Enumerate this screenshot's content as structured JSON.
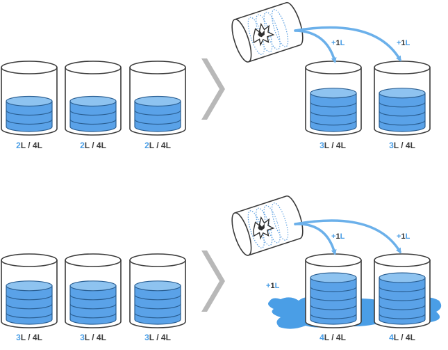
{
  "colors": {
    "water": "#5aa2e8",
    "water_light": "#8ec3f0",
    "outline": "#3a3a3a",
    "accent_text": "#4a9ee6",
    "arrow": "#6bb0ea",
    "chevron": "#b8b8b8",
    "spill": "#4a9ee6"
  },
  "icons": [
    "container-icon",
    "water-icon",
    "pouring-container-icon",
    "pour-arrow-icon",
    "chevron-right-icon",
    "spill-icon"
  ],
  "rows": [
    {
      "before": [
        {
          "fill": "2",
          "capacity": "L / 4L"
        },
        {
          "fill": "2",
          "capacity": "L / 4L"
        },
        {
          "fill": "2",
          "capacity": "L / 4L"
        }
      ],
      "after": [
        {
          "fill": "3",
          "capacity": "L / 4L"
        },
        {
          "fill": "3",
          "capacity": "L / 4L"
        }
      ],
      "pour_labels": [
        {
          "sign": "+",
          "amount": "1",
          "unit": "L"
        },
        {
          "sign": "+",
          "amount": "1",
          "unit": "L"
        }
      ]
    },
    {
      "before": [
        {
          "fill": "3",
          "capacity": "L / 4L"
        },
        {
          "fill": "3",
          "capacity": "L / 4L"
        },
        {
          "fill": "3",
          "capacity": "L / 4L"
        }
      ],
      "after": [
        {
          "fill": "4",
          "capacity": "L / 4L"
        },
        {
          "fill": "4",
          "capacity": "L / 4L"
        }
      ],
      "pour_labels": [
        {
          "sign": "+",
          "amount": "1",
          "unit": "L"
        },
        {
          "sign": "+",
          "amount": "1",
          "unit": "L"
        }
      ],
      "spill_label": {
        "sign": "+",
        "amount": "1",
        "unit": "L"
      }
    }
  ]
}
